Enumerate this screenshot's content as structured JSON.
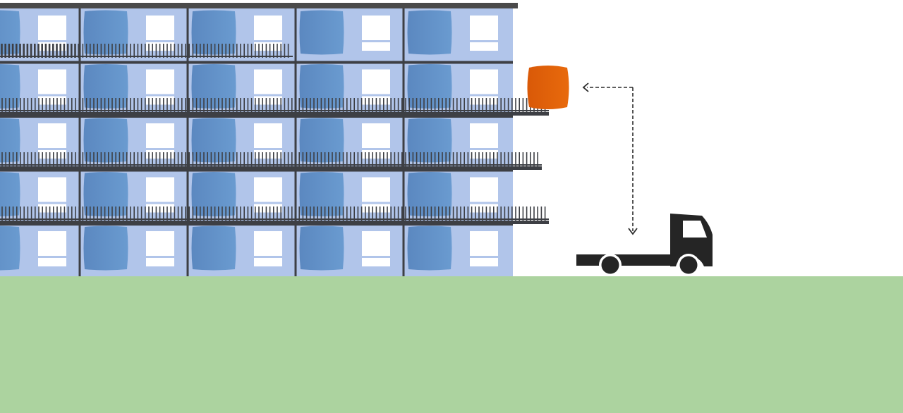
{
  "scene": {
    "building": {
      "floors": 5,
      "units_per_floor": 5,
      "balcony_floors": [
        1,
        2,
        3,
        4
      ]
    },
    "crane_module": {
      "icon": "module-block-icon"
    },
    "truck": {
      "icon": "flatbed-truck-icon"
    },
    "arrow": {
      "icon": "dashed-lift-arrow-icon"
    },
    "colors": {
      "sky": "#ffffff",
      "ground": "#acd39f",
      "facade": "#b1c5ea",
      "panel": "#6a9bd0",
      "panel_dark": "#5b88c0",
      "window": "#ffffff",
      "window_sill": "#b1c5ea",
      "frame": "#3d3f44",
      "railing": "#3d3f44",
      "roof": "#4a4a4a",
      "module_orange": "#e86a0c",
      "truck": "#252525",
      "wheel_rim": "#ffffff",
      "arrow": "#2a2a2a"
    }
  }
}
